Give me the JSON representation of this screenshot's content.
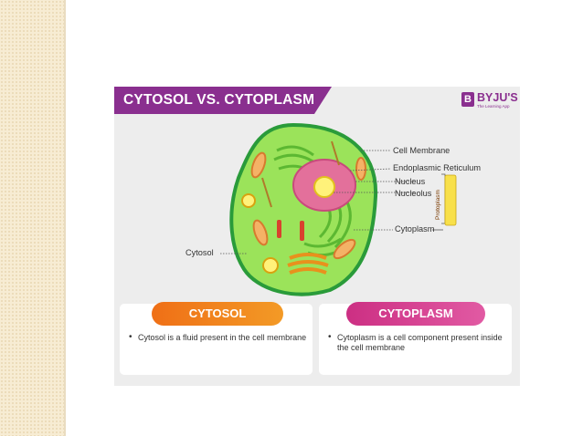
{
  "header": {
    "title": "CYTOSOL VS. CYTOPLASM",
    "logo": {
      "mark": "B",
      "name": "BYJU'S",
      "tagline": "The Learning App"
    }
  },
  "diagram_labels": {
    "cell_membrane": "Cell Membrane",
    "endoplasmic_reticulum": "Endoplasmic Reticulum",
    "nucleus": "Nucleus",
    "nucleolus": "Nucleolus",
    "protoplasm": "Protoplasm",
    "cytoplasm": "Cytoplasm",
    "cytosol": "Cytosol"
  },
  "cards": {
    "cytosol": {
      "title": "CYTOSOL",
      "text": "Cytosol is a fluid present in the cell membrane"
    },
    "cytoplasm": {
      "title": "CYTOPLASM",
      "text": "Cytoplasm is a cell component present inside the cell membrane"
    }
  },
  "colors": {
    "banner": "#8a2f8f",
    "cell_fill": "#9be35a",
    "membrane": "#2a9b3a",
    "nucleus": "#e3709b",
    "cytosol_pill": "#f08a20",
    "cytoplasm_pill": "#d43b8f",
    "protoplasm_bracket": "#f2d21f"
  }
}
